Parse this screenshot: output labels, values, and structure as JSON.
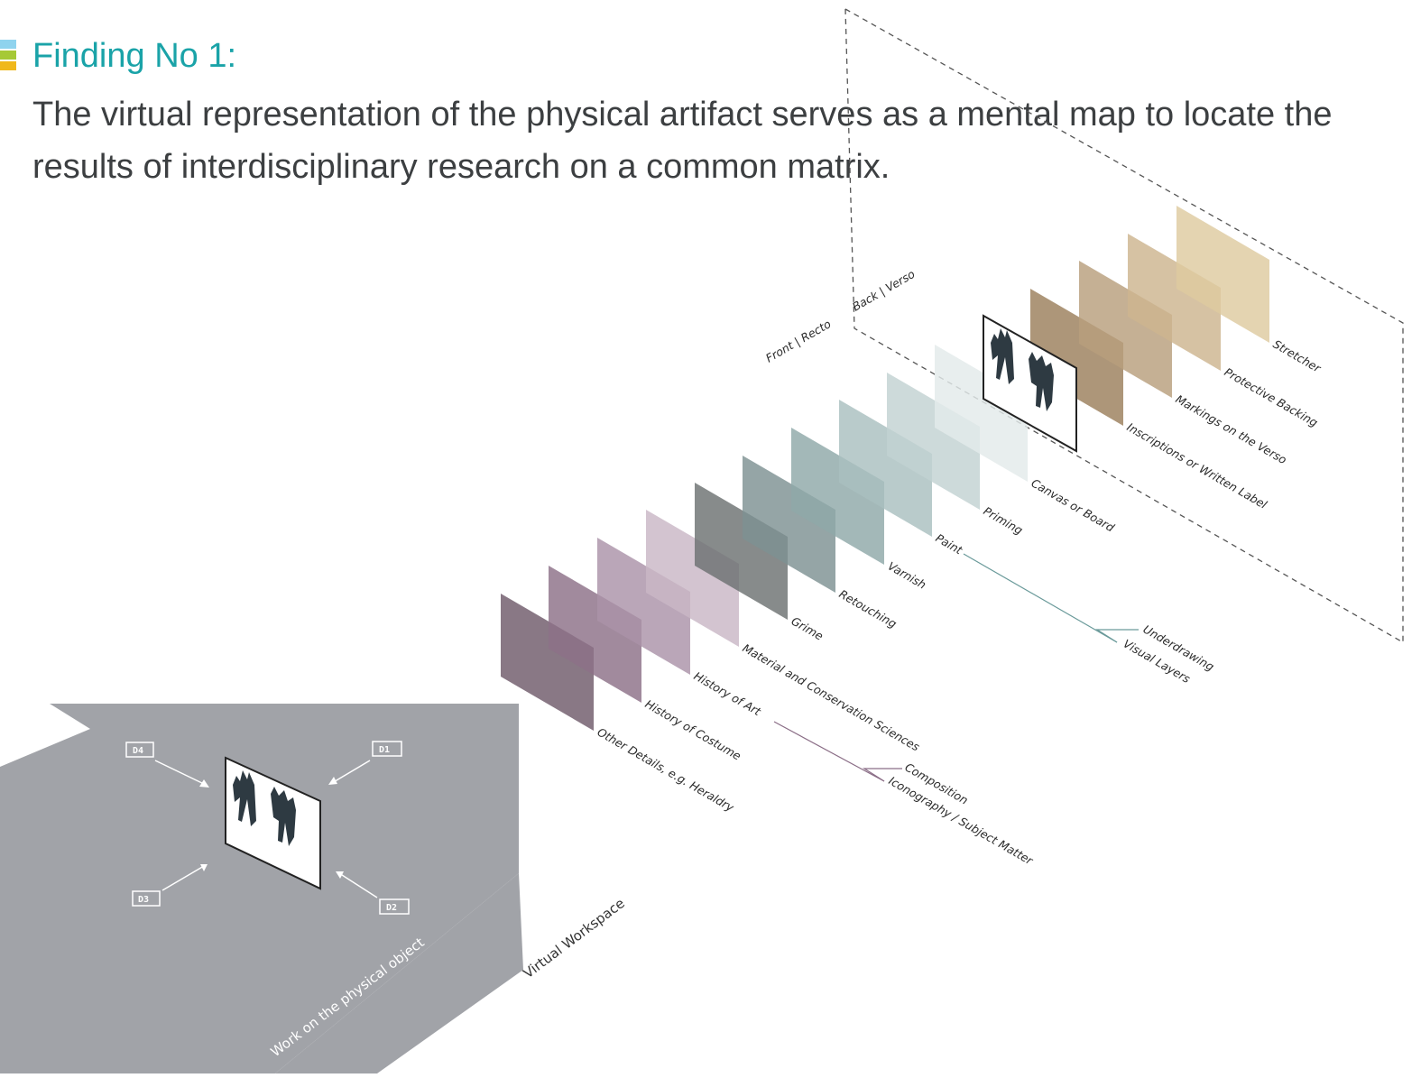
{
  "finding": {
    "title": "Finding No 1:",
    "text": "The virtual representation of the physical artifact serves as a mental map to locate the results of interdisciplinary research on a common matrix."
  },
  "colors": {
    "title_teal": "#1aa3a8",
    "marker_top": "#8fd3ee",
    "marker_mid": "#a6c936",
    "marker_bottom": "#f0b81b",
    "floor_gray": "#a1a3a8"
  },
  "diagram": {
    "side_labels": {
      "front": "Front | Recto",
      "back": "Back | Verso"
    },
    "layers": [
      "Other Details, e.g. Heraldry",
      "History of Costume",
      "History of Art",
      "Material and Conservation Sciences",
      "Grime",
      "Retouching",
      "Varnish",
      "Paint",
      "Priming",
      "Canvas or Board",
      "Inscriptions or Written Label",
      "Markings on the Verso",
      "Protective Backing",
      "Stretcher"
    ],
    "group_labels_purple": [
      "Composition",
      "Iconography / Subject Matter"
    ],
    "group_labels_teal": [
      "Underdrawing",
      "Visual Layers"
    ],
    "viewpoints": [
      "D1",
      "D2",
      "D3",
      "D4"
    ],
    "workspace_labels": {
      "physical": "Work on the physical object",
      "virtual": "Virtual Workspace"
    }
  }
}
